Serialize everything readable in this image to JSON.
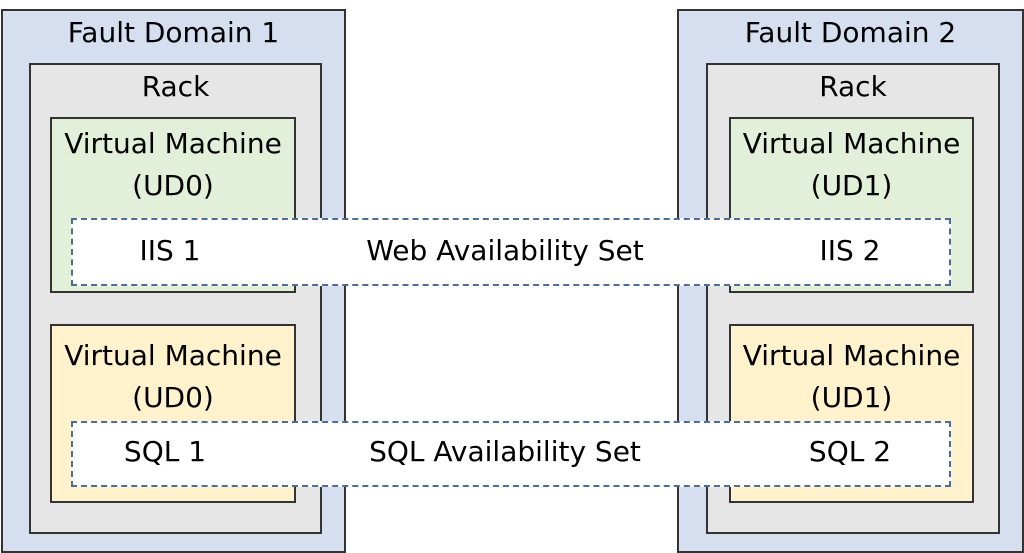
{
  "diagram": {
    "fault_domains": [
      {
        "title": "Fault Domain 1",
        "rack": {
          "title": "Rack",
          "vms": [
            {
              "title": "Virtual Machine",
              "update_domain": "(UD0)",
              "tier": "web"
            },
            {
              "title": "Virtual Machine",
              "update_domain": "(UD0)",
              "tier": "sql"
            }
          ]
        }
      },
      {
        "title": "Fault Domain 2",
        "rack": {
          "title": "Rack",
          "vms": [
            {
              "title": "Virtual Machine",
              "update_domain": "(UD1)",
              "tier": "web"
            },
            {
              "title": "Virtual Machine",
              "update_domain": "(UD1)",
              "tier": "sql"
            }
          ]
        }
      }
    ],
    "availability_sets": [
      {
        "title": "Web Availability Set",
        "left_member": "IIS 1",
        "right_member": "IIS 2"
      },
      {
        "title": "SQL Availability Set",
        "left_member": "SQL 1",
        "right_member": "SQL 2"
      }
    ]
  },
  "colors": {
    "fault_domain_fill": "#d6dff0",
    "rack_fill": "#e6e6e6",
    "web_vm_fill": "#e2efd9",
    "sql_vm_fill": "#fff2cc",
    "availability_set_border": "#4e6d96"
  }
}
